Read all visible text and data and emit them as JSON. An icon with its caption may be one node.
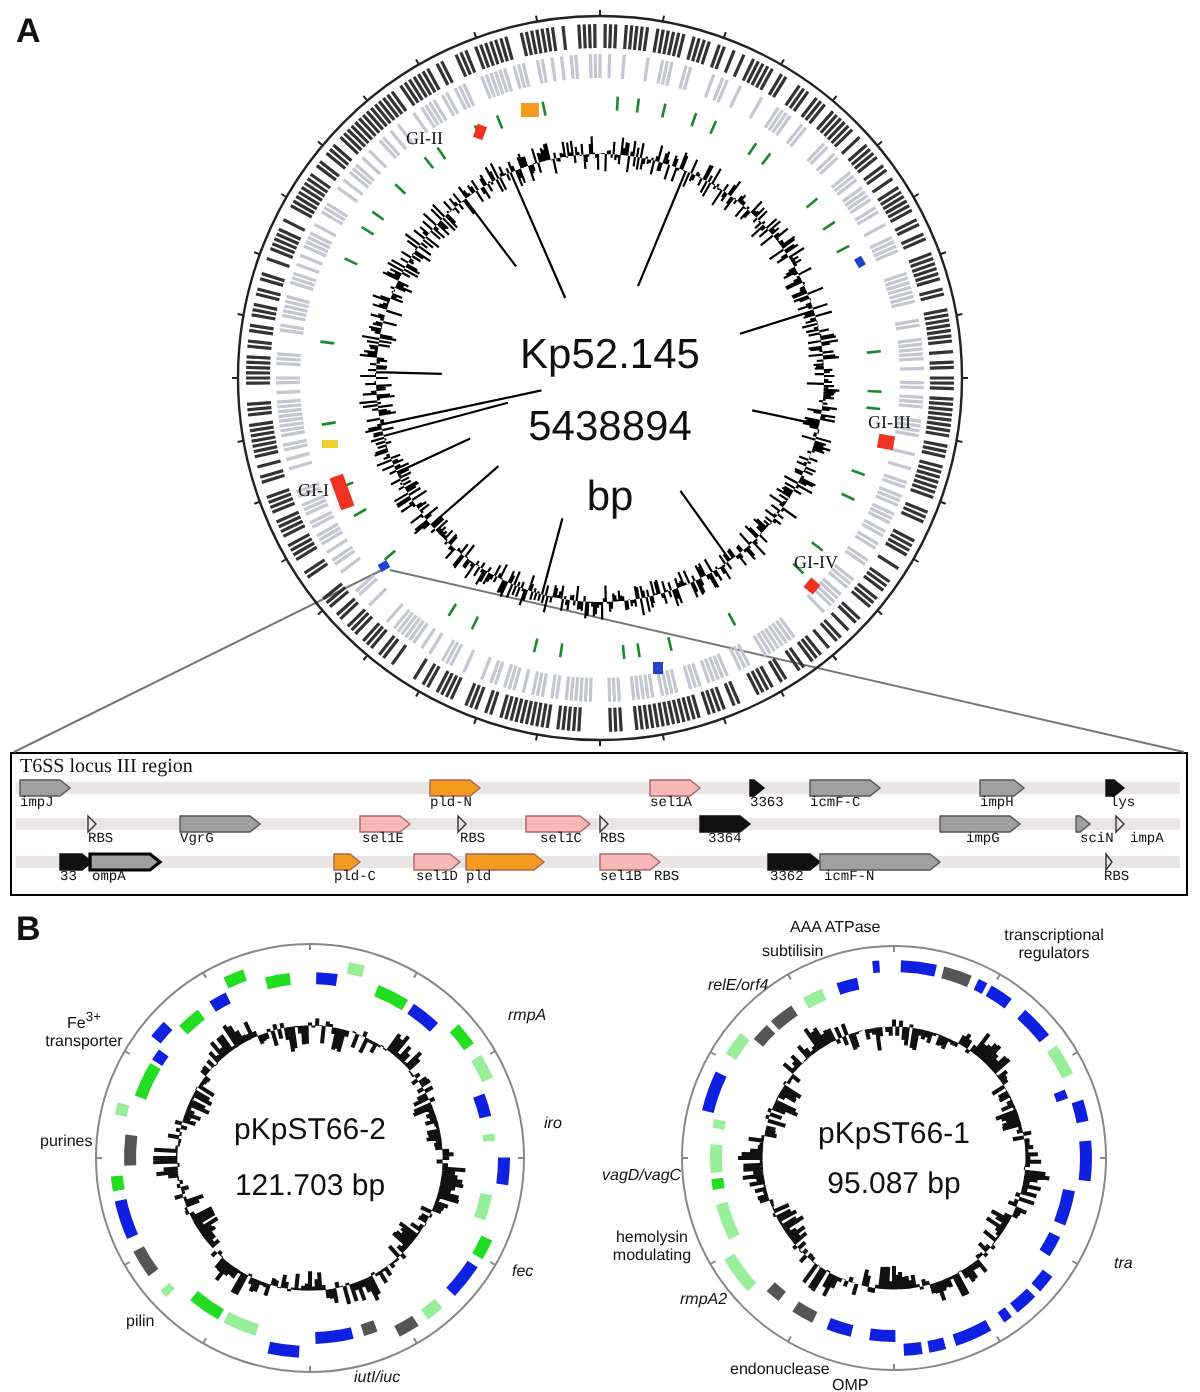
{
  "diagram": {
    "labels": [
      "A",
      "GI-II",
      "Kp52.145",
      "5438894",
      "GI-III",
      "GI-I",
      "bp",
      "GI-IV",
      "T6SS locus III region",
      "impJ",
      "pld-N",
      "sel1A",
      "3363",
      "icmF-C",
      "impH",
      "lys",
      "RBS",
      "VgrG",
      "sel1E",
      "RBS",
      "sel1C",
      "RBS",
      "3364",
      "impG",
      "sciN",
      "impA",
      "33",
      "ompA",
      "pld-C",
      "sel1D",
      "pld",
      "sel1B",
      "RBS",
      "3362",
      "icmF-N",
      "RBS",
      "B",
      "Fe$^{3+}$ transporter",
      "rmpA",
      "AAA ATPase",
      "subtilisin",
      "transcriptional regulators",
      "relE/orf4",
      "iro",
      "pKpST66-2",
      "121.703 bp",
      "pKpST66-1",
      "95.087 bp",
      "purines",
      "vagD/vagC",
      "hemolysin modulating",
      "tra",
      "fec",
      "rmpA2",
      "pilin",
      "endonuclease",
      "OMP",
      "iutI/iuc"
    ]
  }
}
